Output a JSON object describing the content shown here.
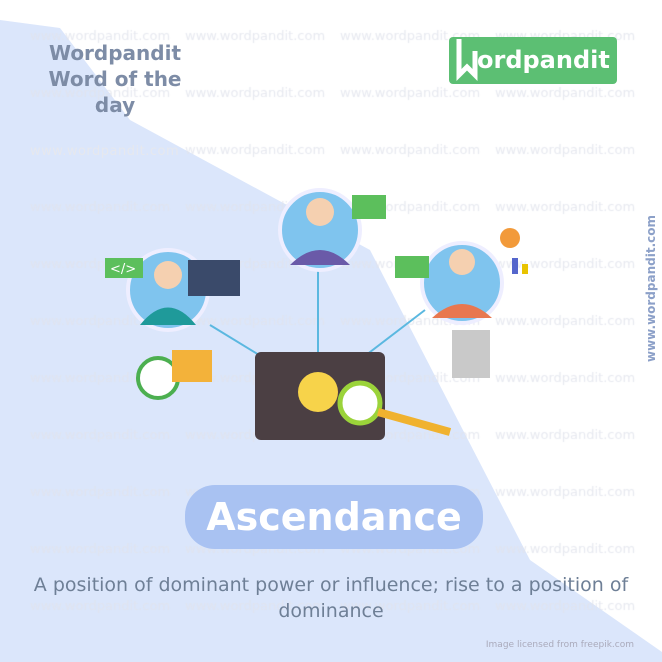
{
  "header": {
    "brand": "Wordpandit",
    "subtitle": "Word of the day"
  },
  "logo": {
    "text": "ordpandit",
    "initial": "W"
  },
  "watermark": "www.wordpandit.com",
  "side_url": "www.wordpandit.com",
  "word": "Ascendance",
  "definition": "A position of dominant power or influence; rise to a position of dominance",
  "credit": "Image licensed from freepik.com",
  "illustration": {
    "code_badge": "</>"
  },
  "colors": {
    "background_blue": "#dbe6fb",
    "logo_green": "#5cbf73",
    "word_pill": "#a9c2f2",
    "text": "#6e7f96"
  }
}
